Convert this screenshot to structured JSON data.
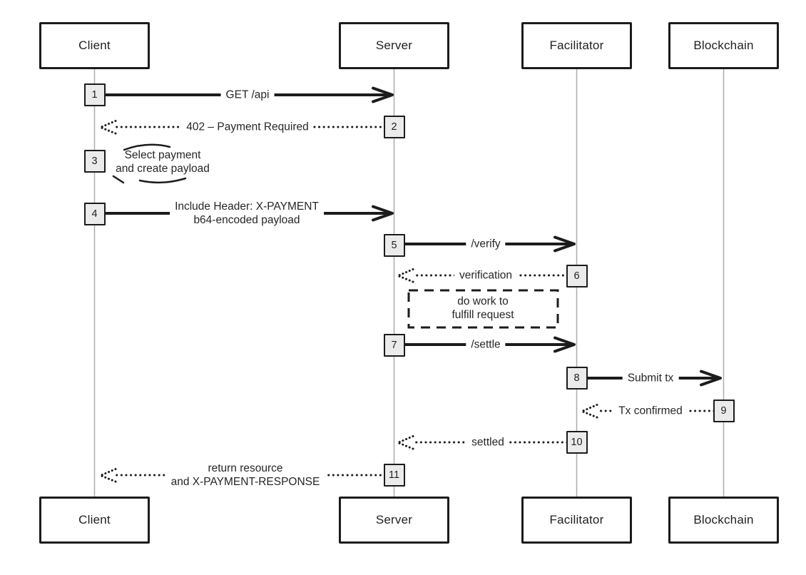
{
  "palette": {
    "ink": "#1c1c1c",
    "lifeline": "#ababab",
    "badge_fill": "#ebebeb",
    "background": "#ffffff"
  },
  "actors": [
    {
      "id": "client",
      "label": "Client"
    },
    {
      "id": "server",
      "label": "Server"
    },
    {
      "id": "facilitator",
      "label": "Facilitator"
    },
    {
      "id": "blockchain",
      "label": "Blockchain"
    }
  ],
  "messages": [
    {
      "step": "1",
      "type": "solid",
      "from": "client",
      "to": "server",
      "lines": [
        "GET /api"
      ]
    },
    {
      "step": "2",
      "type": "dotted",
      "from": "server",
      "to": "client",
      "lines": [
        "402 – Payment Required"
      ]
    },
    {
      "step": "3",
      "type": "self",
      "from": "client",
      "to": "client",
      "lines": [
        "Select payment",
        "and create payload"
      ]
    },
    {
      "step": "4",
      "type": "solid",
      "from": "client",
      "to": "server",
      "lines": [
        "Include Header: X-PAYMENT",
        "b64-encoded payload"
      ]
    },
    {
      "step": "5",
      "type": "solid",
      "from": "server",
      "to": "facilitator",
      "lines": [
        "/verify"
      ]
    },
    {
      "step": "6",
      "type": "dotted",
      "from": "facilitator",
      "to": "server",
      "lines": [
        "verification"
      ]
    },
    {
      "step": "7",
      "type": "solid",
      "from": "server",
      "to": "facilitator",
      "lines": [
        "/settle"
      ]
    },
    {
      "step": "8",
      "type": "solid",
      "from": "facilitator",
      "to": "blockchain",
      "lines": [
        "Submit tx"
      ]
    },
    {
      "step": "9",
      "type": "dotted",
      "from": "blockchain",
      "to": "facilitator",
      "lines": [
        "Tx confirmed"
      ]
    },
    {
      "step": "10",
      "type": "dotted",
      "from": "facilitator",
      "to": "server",
      "lines": [
        "settled"
      ]
    },
    {
      "step": "11",
      "type": "dotted",
      "from": "server",
      "to": "client",
      "lines": [
        "return resource",
        "and X-PAYMENT-RESPONSE"
      ]
    }
  ],
  "note": {
    "lines": [
      "do work to",
      "fulfill request"
    ]
  }
}
